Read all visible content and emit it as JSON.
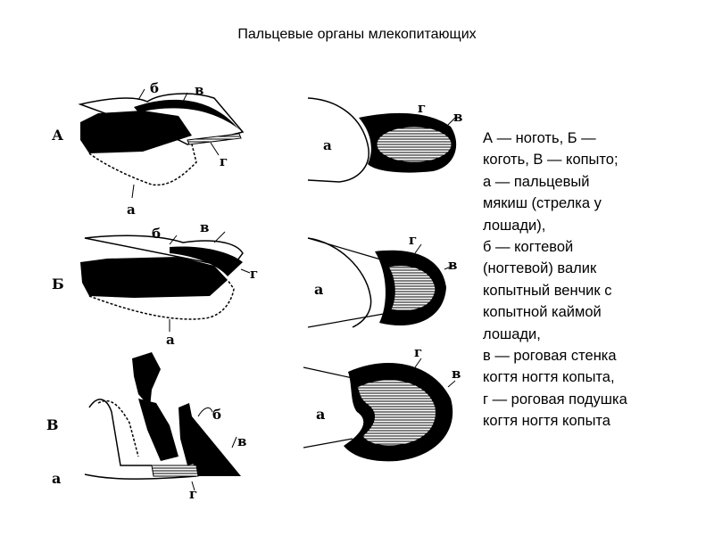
{
  "title": "Пальцевые органы млекопитающих",
  "figure": {
    "row_labels": {
      "A": "А",
      "B": "Б",
      "V": "В"
    },
    "part_labels": {
      "a": "а",
      "b": "б",
      "v": "в",
      "g": "г"
    }
  },
  "legend_lines": [
    "А — ноготь, Б —",
    "коготь, В — копыто;",
    "а — пальцевый",
    "мякиш (стрелка у",
    "лошади),",
    "б — когтевой",
    "(ногтевой) валик",
    "копытный венчик с",
    "копытной каймой",
    "лошади,",
    "в — роговая стенка",
    "когтя ногтя копыта,",
    "г — роговая подушка",
    "когтя ногтя копыта"
  ]
}
